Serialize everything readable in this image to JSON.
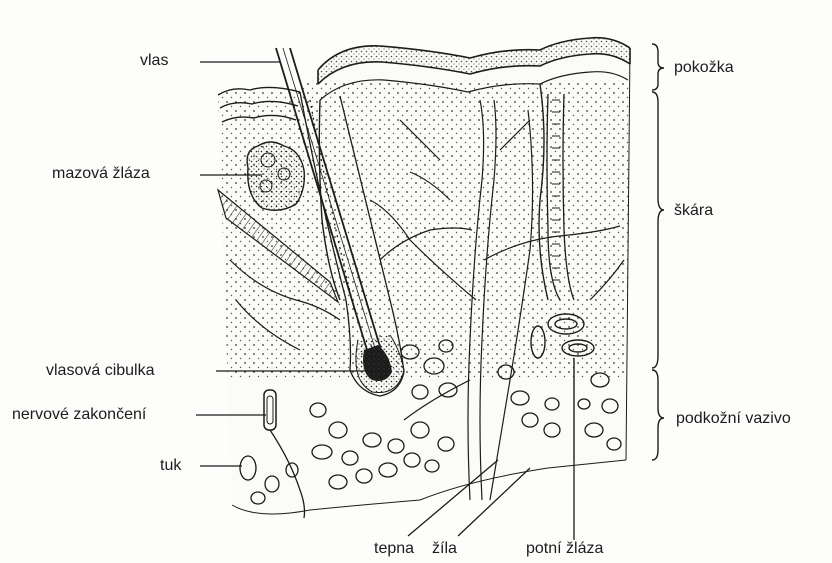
{
  "labels": {
    "left": {
      "vlas": "vlas",
      "mazova_zlaza": "mazová žláza",
      "vlasova_cibulka": "vlasová cibulka",
      "nervove_zakonceni": "nervové zakončení",
      "tuk": "tuk"
    },
    "right": {
      "pokozka": "pokožka",
      "skara": "škára",
      "podkozni_vazivo": "podkožní vazivo"
    },
    "bottom": {
      "tepna": "tepna",
      "zila": "žíla",
      "potni_zlaza": "potní žláza"
    }
  },
  "colors": {
    "ink": "#1c1c1c",
    "paper": "#fdfdfb"
  }
}
